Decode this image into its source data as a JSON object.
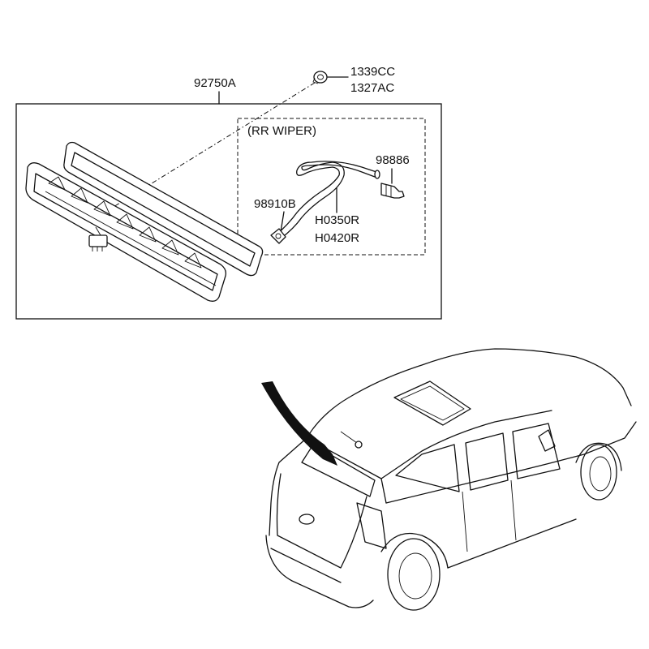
{
  "labels": {
    "assembly": "92750A",
    "grommet_a": "1339CC",
    "grommet_b": "1327AC",
    "group_title": "(RR WIPER)",
    "nozzle": "98886",
    "hose_clip": "98910B",
    "hose_a": "H0350R",
    "hose_b": "H0420R"
  }
}
